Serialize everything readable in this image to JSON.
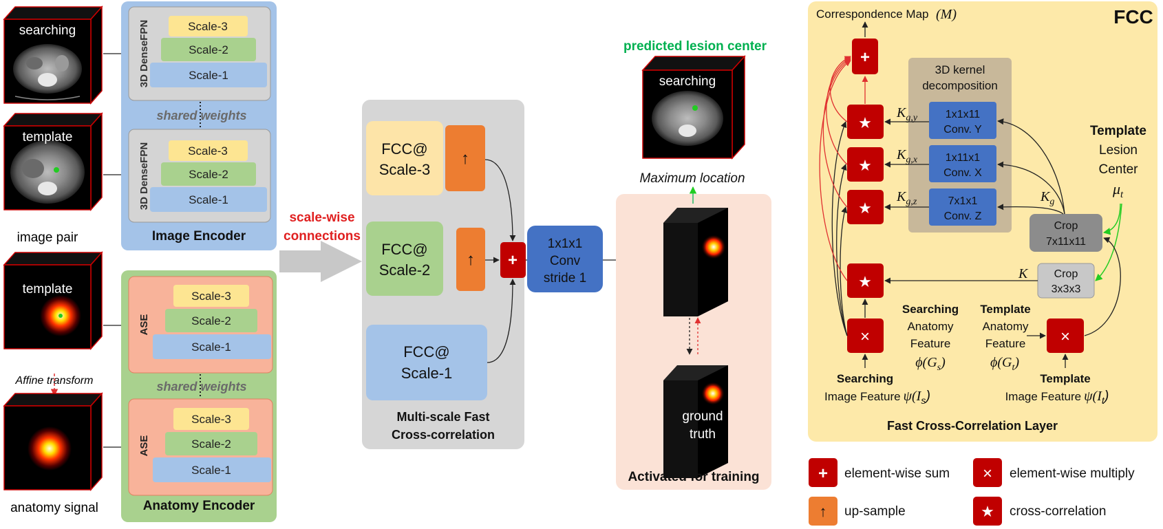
{
  "image_pair": {
    "searching_label": "searching",
    "template_label": "template",
    "caption": "image pair"
  },
  "anatomy_signal": {
    "template_label": "template",
    "affine_label": "Affine transform",
    "caption": "anatomy signal"
  },
  "image_encoder": {
    "title": "Image Encoder",
    "backbone_label": "3D DenseFPN",
    "scales": [
      "Scale-3",
      "Scale-2",
      "Scale-1"
    ],
    "shared_label": "shared weights"
  },
  "anatomy_encoder": {
    "title": "Anatomy Encoder",
    "backbone_label": "ASE",
    "scales": [
      "Scale-3",
      "Scale-2",
      "Scale-1"
    ],
    "shared_label": "shared weights"
  },
  "connections": {
    "label_line1": "scale-wise",
    "label_line2": "connections"
  },
  "multiscale": {
    "title_line1": "Multi-scale Fast",
    "title_line2": "Cross-correlation",
    "fcc3_line1": "FCC@",
    "fcc3_line2": "Scale-3",
    "fcc2_line1": "FCC@",
    "fcc2_line2": "Scale-2",
    "fcc1_line1": "FCC@",
    "fcc1_line2": "Scale-1",
    "upsample_symbol": "↑",
    "sum_symbol": "+"
  },
  "conv": {
    "line1": "1x1x1",
    "line2": "Conv",
    "line3": "stride 1"
  },
  "output": {
    "predicted_label": "predicted lesion center",
    "searching_label": "searching",
    "max_location": "Maximum location",
    "gt_line1": "ground",
    "gt_line2": "truth",
    "training_title": "Activated for training"
  },
  "fcc": {
    "title": "FCC",
    "corr_map_label": "Correspondence Map",
    "corr_map_symbol": "(M)",
    "decomp_line1": "3D kernel",
    "decomp_line2": "decomposition",
    "conv_y_line1": "1x1x11",
    "conv_y_line2": "Conv. Y",
    "conv_x_line1": "1x11x1",
    "conv_x_line2": "Conv. X",
    "conv_z_line1": "7x1x1",
    "conv_z_line2": "Conv. Z",
    "kgy": "K",
    "kgy_sub": "g,y",
    "kgx": "K",
    "kgx_sub": "g,x",
    "kgz": "K",
    "kgz_sub": "g,z",
    "kg": "K",
    "kg_sub": "g",
    "k": "K",
    "crop1_line1": "Crop",
    "crop1_line2": "7x11x11",
    "crop2_line1": "Crop",
    "crop2_line2": "3x3x3",
    "template_title": "Template",
    "lesion_line1": "Lesion",
    "lesion_line2": "Center",
    "mu": "μ",
    "mu_sub": "t",
    "search_anat_title": "Searching",
    "search_anat_line1": "Anatomy",
    "search_anat_line2": "Feature",
    "search_anat_math": "ϕ(G",
    "search_anat_sub": "s",
    "templ_anat_title": "Template",
    "templ_anat_line1": "Anatomy",
    "templ_anat_line2": "Feature",
    "templ_anat_math": "ϕ(G",
    "templ_anat_sub": "t",
    "search_img_title": "Searching",
    "search_img_line": "Image Feature",
    "search_img_math": "ψ(I",
    "search_img_sub": "s",
    "templ_img_title": "Template",
    "templ_img_line": "Image Feature",
    "templ_img_math": "ψ(I",
    "templ_img_sub": "t",
    "layer_title": "Fast Cross-Correlation Layer",
    "plus": "+",
    "star": "★",
    "times": "×"
  },
  "legend": {
    "sum_label": "element-wise sum",
    "multiply_label": "element-wise multiply",
    "upsample_label": "up-sample",
    "xcorr_label": "cross-correlation"
  },
  "colors": {
    "red": "#c00000",
    "orange": "#ed7d31",
    "blue": "#4472c4",
    "yellow_panel": "#fde9a9",
    "green": "#00b050",
    "text_red": "#e02020"
  }
}
